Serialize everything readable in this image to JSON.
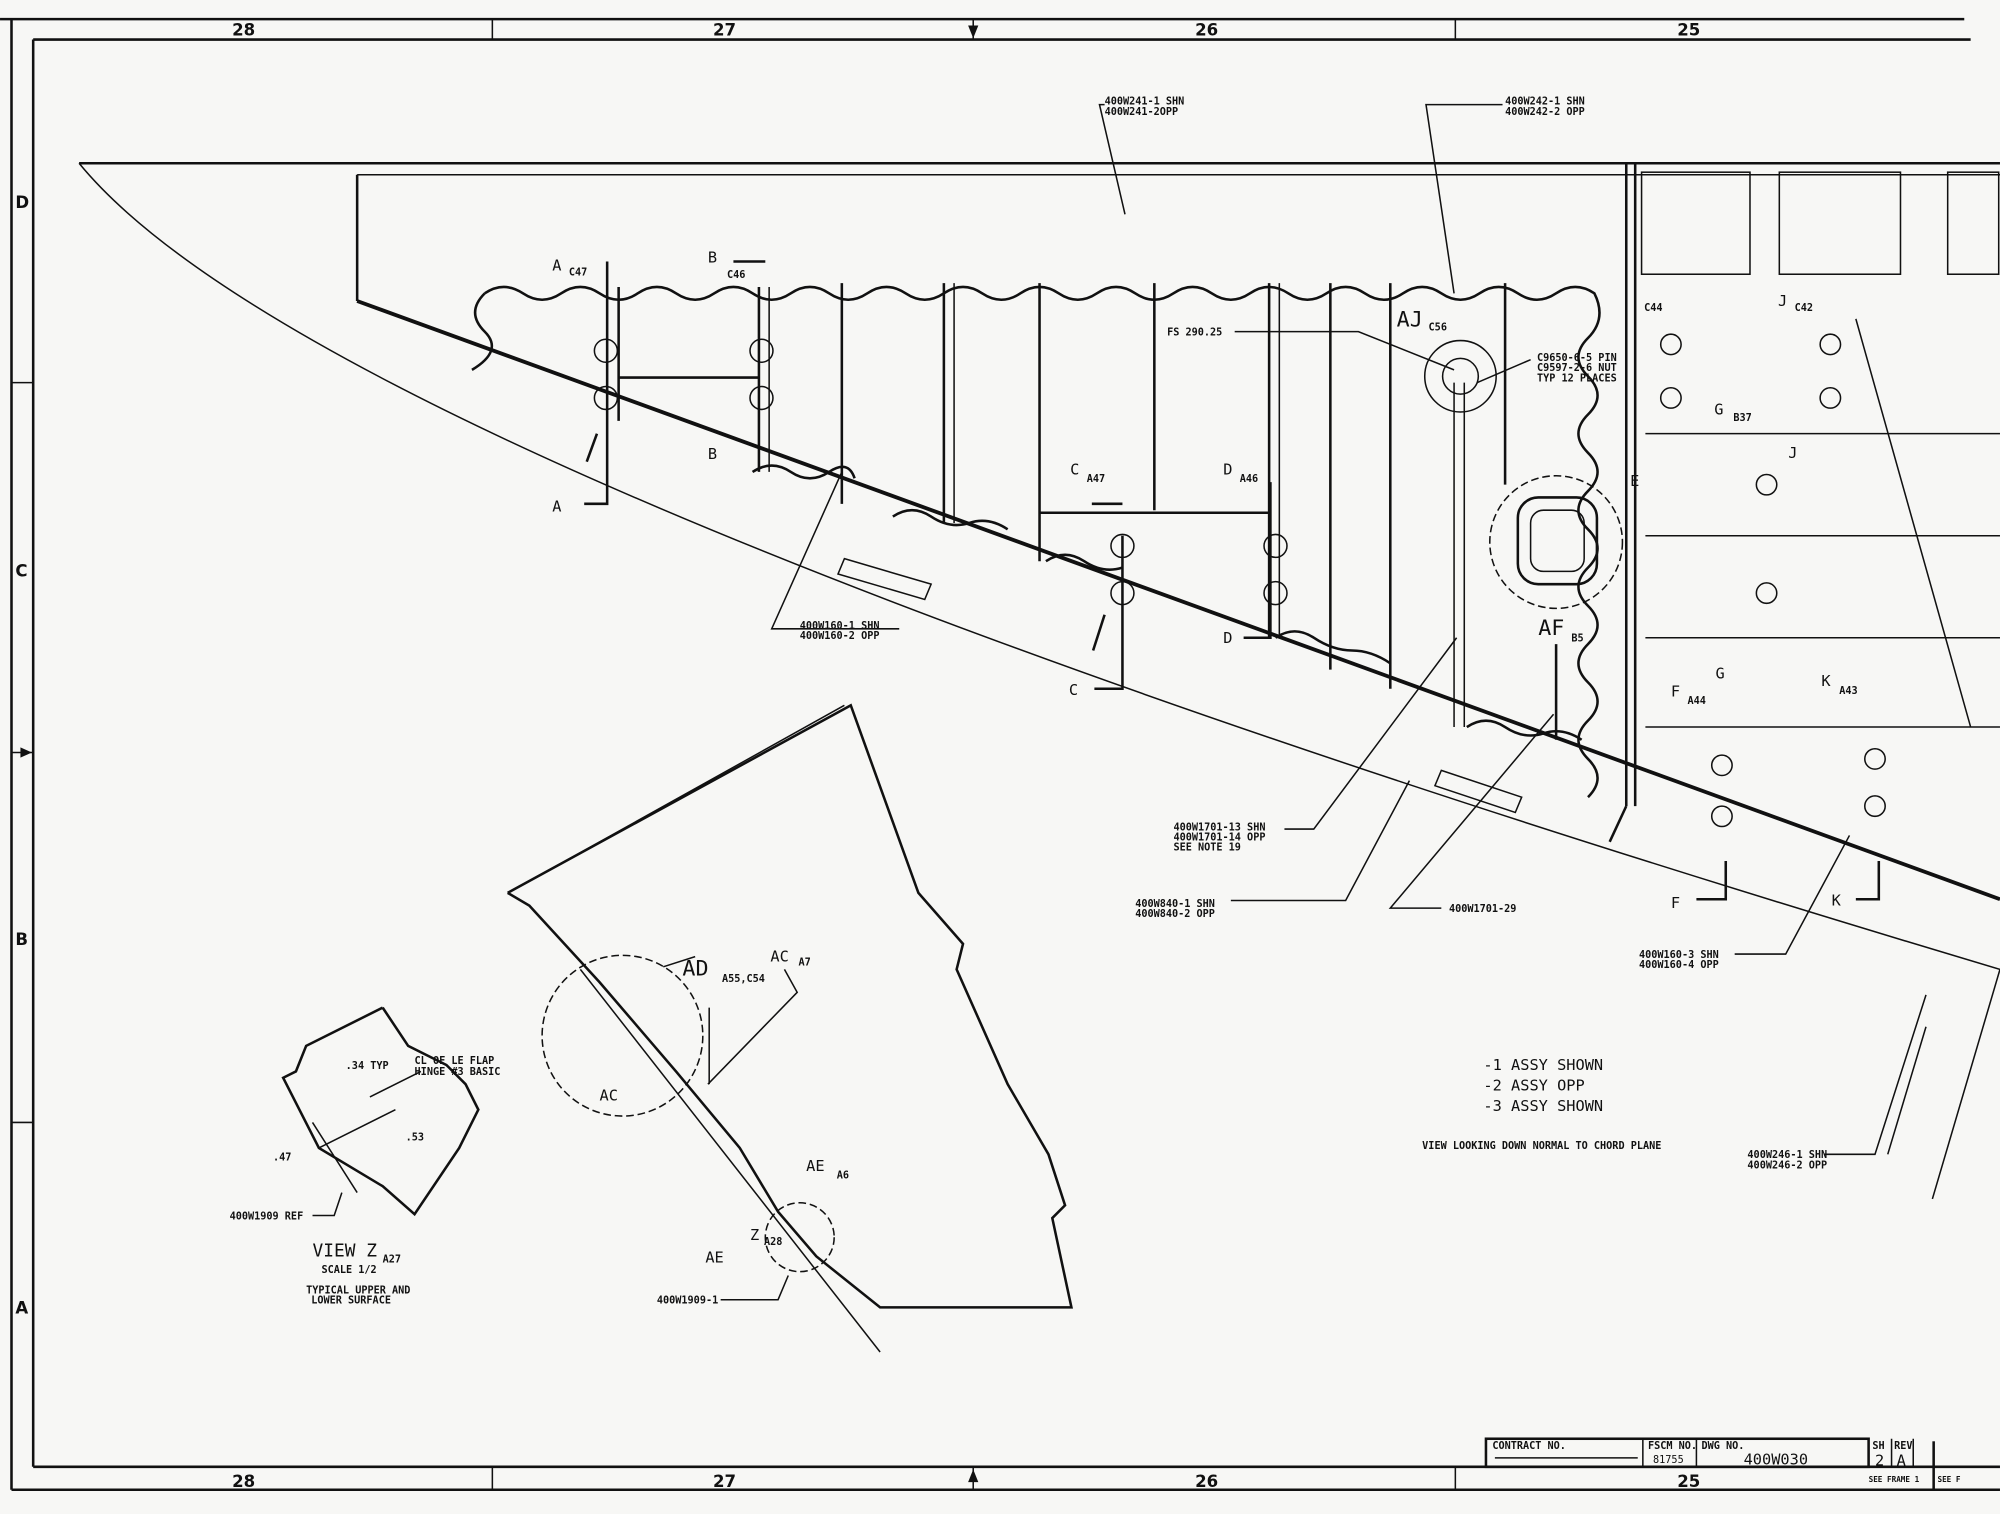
{
  "zones": {
    "columns": [
      "28",
      "27",
      "26",
      "25"
    ],
    "rows": [
      "D",
      "C",
      "B",
      "A"
    ]
  },
  "callouts": {
    "w241": [
      "400W241-1 SHN",
      "400W241-2OPP"
    ],
    "w242": [
      "400W242-1 SHN",
      "400W242-2 OPP"
    ],
    "fs": "FS 290.25",
    "pin": [
      "C9650-6-5 PIN",
      "C9597-2-6 NUT",
      "TYP 12 PLACES"
    ],
    "w160a": [
      "400W160-1 SHN",
      "400W160-2 OPP"
    ],
    "w1701": [
      "400W1701-13 SHN",
      "400W1701-14 OPP",
      "SEE NOTE 19"
    ],
    "w840": [
      "400W840-1 SHN",
      "400W840-2 OPP"
    ],
    "w1701b": "400W1701-29",
    "w160b": [
      "400W160-3 SHN",
      "400W160-4 OPP"
    ],
    "w246": [
      "400W246-1 SHN",
      "400W246-2 OPP"
    ],
    "w1909ref": "400W1909 REF",
    "w1909": "400W1909-1"
  },
  "sections": {
    "A": "A",
    "A_ref": "C47",
    "B": "B",
    "B_ref": "C46",
    "C": "C",
    "C_ref": "A47",
    "D": "D",
    "D_ref": "A46",
    "AJ": "AJ",
    "AJ_ref": "C56",
    "AF": "AF",
    "AF_ref": "B5",
    "E": "E",
    "G": "G",
    "G_ref": "B37",
    "J": "J",
    "J_ref": "C42",
    "C44": "C44",
    "F": "F",
    "F_ref": "A44",
    "K": "K",
    "K_ref": "A43",
    "AD": "AD",
    "AD_ref": "A55,C54",
    "AC": "AC",
    "AC_ref": "A7",
    "AE": "AE",
    "AE_ref": "A6",
    "Z": "Z",
    "Z_ref": "A28"
  },
  "view_z": {
    "title": "VIEW Z",
    "ref": "A27",
    "scale": "SCALE 1/2",
    "note": [
      "TYPICAL UPPER AND",
      "LOWER SURFACE"
    ],
    "dim_34": ".34 TYP",
    "dim_53": ".53",
    "dim_47": ".47",
    "cl": [
      "CL OF LE FLAP",
      "HINGE #3 BASIC"
    ]
  },
  "notes": {
    "assy": [
      "-1 ASSY SHOWN",
      "-2 ASSY OPP",
      "-3 ASSY SHOWN"
    ],
    "view": "VIEW LOOKING DOWN NORMAL TO CHORD PLANE"
  },
  "title_block": {
    "contract_label": "CONTRACT NO.",
    "fscm_label": "FSCM NO.",
    "fscm": "81755",
    "dwg_label": "DWG NO.",
    "dwg": "400W030",
    "sh_label": "SH",
    "sh": "2",
    "rev_label": "REV",
    "rev": "A",
    "see_frame": "SEE FRAME 1",
    "see_f": "SEE F"
  }
}
